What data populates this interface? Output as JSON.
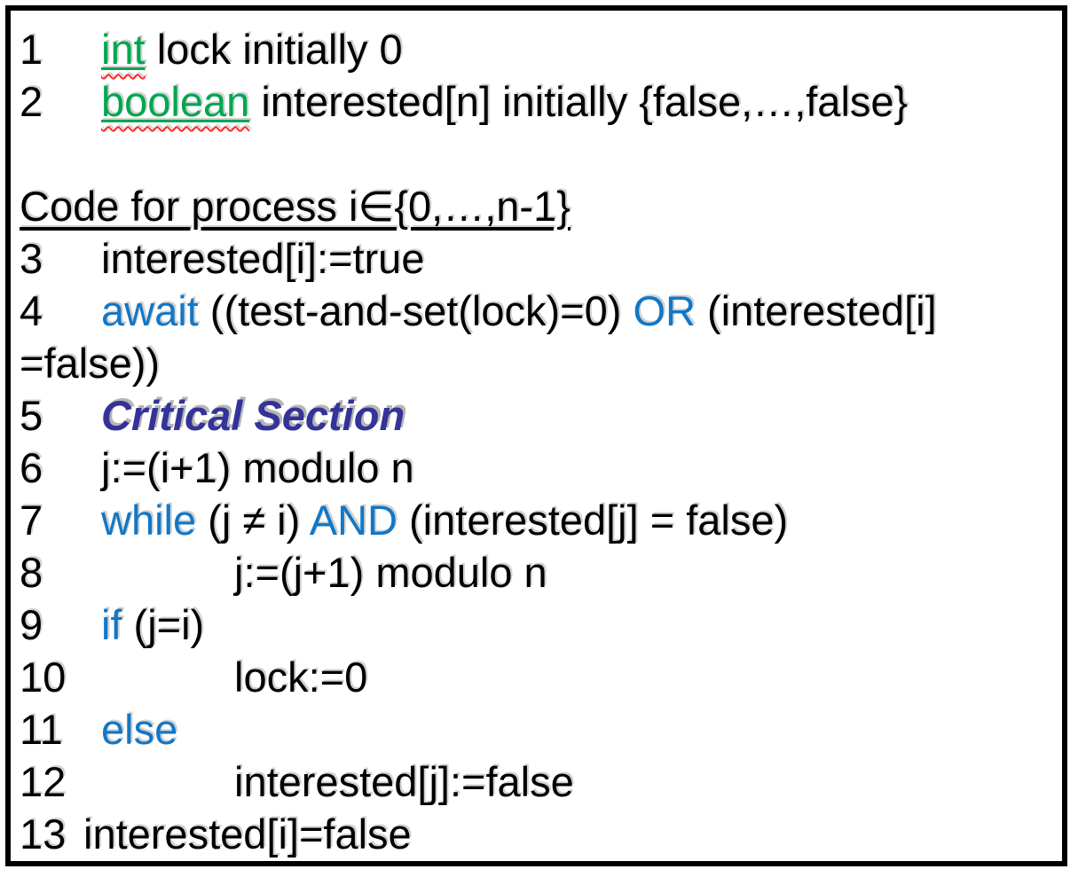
{
  "colors": {
    "keyword_green": "#00A650",
    "keyword_blue": "#1277C6",
    "critical_blue": "#333399",
    "squiggle_red": "#FF2B2B",
    "border": "#000000",
    "background": "#FFFFFF"
  },
  "code": {
    "lines": [
      {
        "num": "1",
        "indent": "std",
        "segments": [
          {
            "text": "int",
            "style": "kw-green"
          },
          {
            "text": " lock initially 0",
            "style": "plain"
          }
        ]
      },
      {
        "num": "2",
        "indent": "std",
        "segments": [
          {
            "text": "boolean",
            "style": "kw-green"
          },
          {
            "text": " interested[n] initially {false,…,false}",
            "style": "plain"
          }
        ]
      },
      {
        "num": "",
        "indent": "flush",
        "segments": []
      },
      {
        "num": "",
        "indent": "flush",
        "segments": [
          {
            "text": "Code for process i∈{0,…,n-1}",
            "style": "underline"
          }
        ]
      },
      {
        "num": "3",
        "indent": "std",
        "segments": [
          {
            "text": "interested[i]:=true",
            "style": "plain"
          }
        ]
      },
      {
        "num": "4",
        "indent": "std",
        "segments": [
          {
            "text": "await",
            "style": "kw-blue"
          },
          {
            "text": " ((test-and-set(lock)=0) ",
            "style": "plain"
          },
          {
            "text": "OR",
            "style": "kw-blue"
          },
          {
            "text": " (interested[i]",
            "style": "plain"
          }
        ]
      },
      {
        "num": "",
        "indent": "flush",
        "segments": [
          {
            "text": "=false))",
            "style": "plain"
          }
        ]
      },
      {
        "num": "5",
        "indent": "std",
        "segments": [
          {
            "text": "Critical Section",
            "style": "critical"
          }
        ]
      },
      {
        "num": "6",
        "indent": "std",
        "segments": [
          {
            "text": "j:=(i+1) modulo n",
            "style": "plain"
          }
        ]
      },
      {
        "num": "7",
        "indent": "std",
        "segments": [
          {
            "text": "while",
            "style": "kw-blue"
          },
          {
            "text": " (j ≠ i) ",
            "style": "plain"
          },
          {
            "text": "AND",
            "style": "kw-blue"
          },
          {
            "text": " (interested[j] = false)",
            "style": "plain"
          }
        ]
      },
      {
        "num": "8",
        "indent": "deep",
        "segments": [
          {
            "text": "j:=(j+1) modulo n",
            "style": "plain"
          }
        ]
      },
      {
        "num": "9",
        "indent": "std",
        "segments": [
          {
            "text": "if",
            "style": "kw-blue"
          },
          {
            "text": " (j=i)",
            "style": "plain"
          }
        ]
      },
      {
        "num": "10",
        "indent": "deep",
        "segments": [
          {
            "text": "lock:=0",
            "style": "plain"
          }
        ]
      },
      {
        "num": "11",
        "indent": "std",
        "segments": [
          {
            "text": "else",
            "style": "kw-blue"
          }
        ]
      },
      {
        "num": "12",
        "indent": "deep",
        "segments": [
          {
            "text": "interested[j]:=false",
            "style": "plain"
          }
        ]
      },
      {
        "num": "13",
        "indent": "tight",
        "segments": [
          {
            "text": "interested[i]=false",
            "style": "plain"
          }
        ]
      }
    ]
  }
}
